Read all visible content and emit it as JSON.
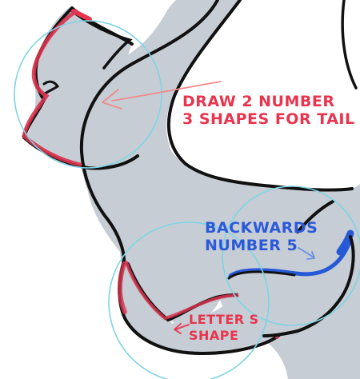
{
  "annotations": {
    "tail": {
      "line1": "DRAW 2 NUMBER",
      "line2": "3 SHAPES FOR TAIL",
      "color": "#e8344e"
    },
    "back_leg": {
      "line1": "BACKWARDS",
      "line2": "NUMBER 5",
      "color": "#2b59d9"
    },
    "front_leg": {
      "line1": "LETTER S",
      "line2": "SHAPE",
      "color": "#e8344e"
    }
  },
  "colors": {
    "body_fill": "#c6cdd4",
    "outline": "#111111",
    "guide_circle": "#7fd3e6",
    "red_guide": "#d8334d",
    "blue_guide": "#2759d6",
    "red_arrow": "#f08a8a",
    "blue_arrow": "#6a8fe8"
  }
}
